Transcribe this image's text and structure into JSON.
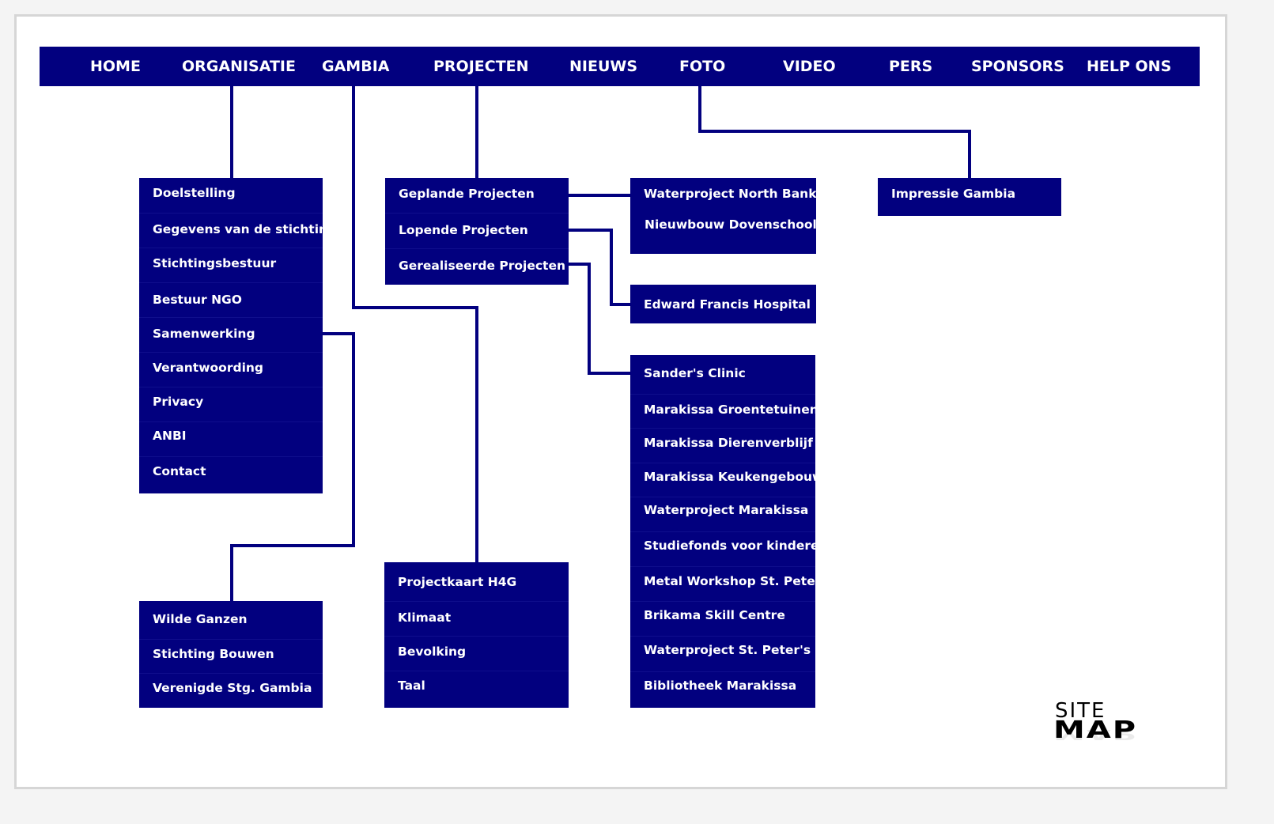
{
  "colors": {
    "navy": "#02007f",
    "frame": "#d6d6d6",
    "background": "#ffffff"
  },
  "nav": [
    "HOME",
    "ORGANISATIE",
    "GAMBIA",
    "PROJECTEN",
    "NIEUWS",
    "FOTO",
    "VIDEO",
    "PERS",
    "SPONSORS",
    "HELP ONS"
  ],
  "organisatie": [
    "Doelstelling",
    "Gegevens van de stichting",
    "Stichtingsbestuur",
    "Bestuur NGO",
    "Samenwerking",
    "Verantwoording",
    "Privacy",
    "ANBI",
    "Contact"
  ],
  "samenwerking": [
    "Wilde Ganzen",
    "Stichting Bouwen",
    "Verenigde Stg. Gambia"
  ],
  "projecten": [
    "Geplande Projecten",
    "Lopende Projecten",
    "Gerealiseerde Projecten"
  ],
  "gambia": [
    "Projectkaart H4G",
    "Klimaat",
    "Bevolking",
    "Taal"
  ],
  "geplande": [
    "Waterproject North Bank",
    "Nieuwbouw Dovenschool"
  ],
  "lopende": [
    "Edward Francis Hospital"
  ],
  "gerealiseerde": [
    "Sander's Clinic",
    "Marakissa Groentetuinen",
    "Marakissa Dierenverblijf",
    "Marakissa Keukengebouw",
    "Waterproject Marakissa",
    "Studiefonds voor kinderen",
    "Metal Workshop St. Peters",
    "Brikama Skill Centre",
    "Waterproject St. Peter's",
    "Bibliotheek Marakissa"
  ],
  "foto": [
    "Impressie Gambia"
  ],
  "logo": {
    "line1": "SITE",
    "line2": "MAP"
  }
}
